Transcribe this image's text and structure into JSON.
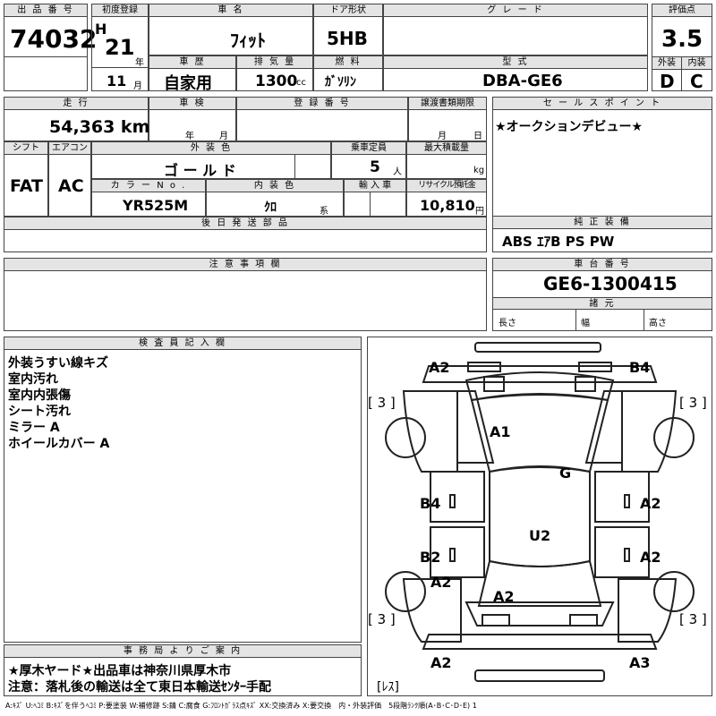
{
  "listing": {
    "lot_number_label": "出 品 番 号",
    "lot_number": "74032",
    "first_reg_label": "初度登録",
    "era": "H",
    "year": "21",
    "year_unit": "年",
    "month": "11",
    "month_unit": "月",
    "car_name_label": "車 名",
    "car_name": "ﾌｨｯﾄ",
    "door_label": "ドア形状",
    "door": "5HB",
    "grade_label": "グ レ ー ド",
    "grade": "",
    "score_label": "評価点",
    "score": "3.5",
    "history_label": "車 歴",
    "history": "自家用",
    "displacement_label": "排 気 量",
    "displacement": "1300",
    "displacement_unit": "cc",
    "fuel_label": "燃 料",
    "fuel": "ｶﾞｿﾘﾝ",
    "model_label": "型 式",
    "model": "DBA-GE6",
    "exterior_label": "外装",
    "exterior_grade": "D",
    "interior_label": "内装",
    "interior_grade": "C"
  },
  "details": {
    "mileage_label": "走 行",
    "mileage": "54,363 km",
    "inspection_label": "車 検",
    "inspection_year_unit": "年",
    "inspection_month_unit": "月",
    "reg_no_label": "登 録 番 号",
    "transfer_label": "譲渡書類期限",
    "transfer_month_unit": "月",
    "transfer_day_unit": "日",
    "shift_label": "シフト",
    "shift": "FAT",
    "ac_label": "エアコン",
    "ac": "AC",
    "color_label": "外 装 色",
    "color": "ゴ ー ル ド",
    "capacity_label": "乗車定員",
    "capacity": "5",
    "capacity_unit": "人",
    "load_label": "最大積載量",
    "load_unit": "kg",
    "color_no_label": "カ ラ ー N o .",
    "color_no": "YR525M",
    "int_color_label": "内 装 色",
    "int_color": "ｸﾛ",
    "int_color_unit": "系",
    "import_label": "輸 入 車",
    "recycle_label": "リサイクル預託金",
    "recycle": "10,810",
    "recycle_unit": "円",
    "later_parts_label": "後 日 発 送 部 品",
    "notes_label": "注 意 事 項 欄"
  },
  "sales": {
    "sales_label": "セ ー ル ス ポ イ ン ト",
    "sales_point": "★オークションデビュー★",
    "equipment_label": "純 正 装 備",
    "equipment": "ABS ｴｱB PS PW",
    "chassis_label": "車 台 番 号",
    "chassis": "GE6-1300415",
    "dims_label": "諸 元",
    "length_label": "長さ",
    "width_label": "幅",
    "height_label": "高さ"
  },
  "inspector": {
    "label": "検 査 員 記 入 欄",
    "lines": [
      "外装うすい線キズ",
      "室内汚れ",
      "室内内張傷",
      "シート汚れ",
      "ミラー A",
      "ホイールカバー A"
    ]
  },
  "office": {
    "label": "事 務 局 よ り ご 案 内",
    "line1": "★厚木ヤード★出品車は神奈川県厚木市",
    "line2": "注意：落札後の輸送は全て東日本輸送ｾﾝﾀｰ手配"
  },
  "diagram": {
    "tire_fl": "[ 3 ]",
    "tire_fr": "[ 3 ]",
    "tire_rl": "[ 3 ]",
    "tire_rr": "[ 3 ]",
    "spare": "[ﾚｽ]",
    "labels": {
      "front_left": "A2",
      "front_right": "B4",
      "hood": "A1",
      "glass": "G",
      "door_fl": "B4",
      "door_fr": "A2",
      "roof": "U2",
      "door_rl": "B2",
      "door_rr": "A2",
      "fender_rl": "A2",
      "trunk": "A2",
      "rear_left": "A2",
      "rear_right": "A3"
    }
  },
  "legend": "A:ｷｽﾞ U:ﾍｺﾐ B:ｷｽﾞを伴うﾍｺﾐ P:要塗装 W:補修跡 S:錆 C:腐食 G:ﾌﾛﾝﾄｶﾞﾗｽ点ｷｽﾞ XX:交換済み X:要交換　内・外装評価　5段階ﾗﾝｸ順(A･B･C･D･E) 1"
}
